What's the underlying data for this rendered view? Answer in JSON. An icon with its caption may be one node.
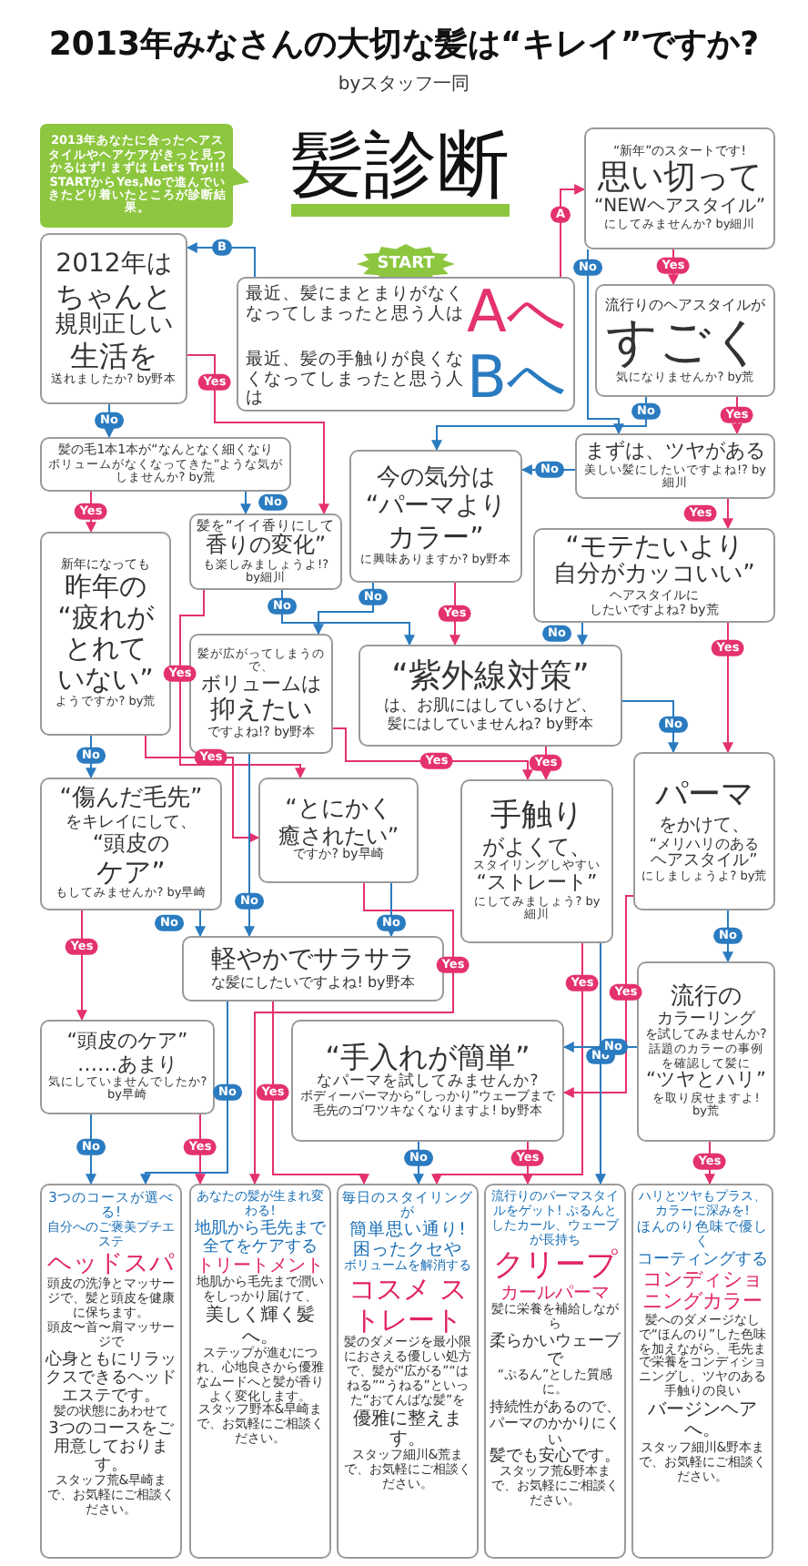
{
  "diagram": {
    "title": "2013年みなさんの大切な髪は“キレイ”ですか?",
    "nodes": [
      {
        "text": [
          "2013年あなたに合ったヘアスタイルやヘアケアがきっと見つかるはず! まずは Let's Try!!! STARTからYes,Noで進んでいきたどり着いたところが診断結果。"
        ]
      },
      {
        "text": [
          "START"
        ]
      },
      {
        "text": [
          "最近、髪にまとまりがなくなってしまったと思う人は",
          "Aへ",
          "最近、髪の手触りが良くなくなってしまったと思う人は",
          "Bへ"
        ]
      },
      {
        "text": [
          "“新年”のスタートです!",
          "思い切って",
          "“NEWヘアスタイル”",
          "にしてみませんか? by細川"
        ]
      },
      {
        "text": [
          "2012年は",
          "ちゃんと",
          "規則正しい",
          "生活を",
          "送れましたか? by野本"
        ]
      },
      {
        "text": [
          "流行りのヘアスタイルが",
          "すごく",
          "気になりませんか? by荒"
        ]
      },
      {
        "text": [
          "髪の毛1本1本が“なんとなく細くなり",
          "ボリュームがなくなってきた”ような気がしませんか? by荒"
        ]
      },
      {
        "text": [
          "まずは、ツヤがある",
          "美しい髪にしたいですよね!? by細川"
        ]
      },
      {
        "text": [
          "今の気分は",
          "“パーマより",
          "カラー”",
          "に興味ありますか? by野本"
        ]
      },
      {
        "text": [
          "髪を“イイ香りにして",
          "香りの変化”",
          "も楽しみましょうよ!? by細川"
        ]
      },
      {
        "text": [
          "新年になっても",
          "昨年の",
          "“疲れが",
          "とれて",
          "いない”",
          "ようですか? by荒"
        ]
      },
      {
        "text": [
          "“モテたいより",
          "自分がカッコいい”",
          "ヘアスタイルに",
          "したいですよね? by荒"
        ]
      },
      {
        "text": [
          "髪が広がってしまうので、",
          "ボリュームは",
          "抑えたい",
          "ですよね!? by野本"
        ]
      },
      {
        "text": [
          "“紫外線対策”",
          "は、お肌にはしているけど、",
          "髪にはしていませんね? by野本"
        ]
      },
      {
        "text": [
          "パーマ",
          "をかけて、",
          "“メリハリのある",
          "ヘアスタイル”",
          "にしましょうよ? by荒"
        ]
      },
      {
        "text": [
          "“傷んだ毛先”",
          "をキレイにして、",
          "“頭皮の",
          "ケア”",
          "もしてみませんか? by早崎"
        ]
      },
      {
        "text": [
          "“とにかく",
          "癒されたい”",
          "ですか? by早崎"
        ]
      },
      {
        "text": [
          "手触り",
          "がよくて、",
          "スタイリングしやすい",
          "“ストレート”",
          "にしてみましょう? by細川"
        ]
      },
      {
        "text": [
          "軽やかでサラサラ",
          "な髪にしたいですよね! by野本"
        ]
      },
      {
        "text": [
          "流行の",
          "カラーリング",
          "を試してみませんか?",
          "話題のカラーの事例を確認して髪に",
          "“ツヤとハリ”",
          "を取り戻せますよ! by荒"
        ]
      },
      {
        "text": [
          "“頭皮のケア”",
          "……あまり",
          "気にしていませんでしたか? by早崎"
        ]
      },
      {
        "text": [
          "“手入れが簡単”",
          "なパーマを試してみませんか?",
          "ボディーパーマから“しっかり”ウェーブまで",
          "毛先のゴワツキなくなりますよ! by野本"
        ]
      },
      {
        "text": [
          "3つのコースが選べる!",
          "自分へのご褒美プチエステ",
          "ヘッドスパ",
          "頭皮の洗浄とマッサージで、髪と頭皮を健康に保ちます。",
          "頭皮〜首〜肩マッサージで",
          "心身ともにリラックスできるヘッドエステです。",
          "髪の状態にあわせて",
          "3つのコースをご用意しております。",
          "スタッフ荒&早崎まで、お気軽にご相談ください。"
        ]
      },
      {
        "text": [
          "あなたの髪が生まれ変わる!",
          "地肌から毛先まで全てをケアする",
          "トリートメント",
          "地肌から毛先まで潤いをしっかり届けて、",
          "美しく輝く髪へ。",
          "ステップが進むにつれ、心地良さから優雅なムードへと髪が香りよく変化します。",
          "スタッフ野本&早崎まで、お気軽にご相談ください。"
        ]
      },
      {
        "text": [
          "毎日のスタイリングが",
          "簡単思い通り! 困ったクセや",
          "ボリュームを解消する",
          "コスメ ストレート",
          "髪のダメージを最小限におさえる優しい処方で、髪が“広がる”“はねる”“うねる”といった“おてんばな髪”を",
          "優雅に整えます。",
          "スタッフ細川&荒まで、お気軽にご相談ください。"
        ]
      },
      {
        "text": [
          "流行りのパーマスタイルをゲット! ぷるんとしたカール、ウェーブが長持ち",
          "クリープ",
          "カールパーマ",
          "髪に栄養を補給しながら",
          "柔らかいウェーブで",
          "“ぷるん”とした質感に。",
          "持続性があるので、パーマのかかりにくい",
          "髪でも安心です。",
          "スタッフ荒&野本まで、お気軽にご相談ください。"
        ]
      },
      {
        "text": [
          "ハリとツヤもプラス、カラーに深みを!",
          "ほんのり色味で優しく",
          "コーティングする",
          "コンディショニングカラー",
          "髪へのダメージなしで“ほんのり”した色味を加えながら、毛先まで栄養をコンディショニングし、ツヤのある手触りの良い",
          "バージンヘアへ。",
          "スタッフ細川&野本まで、お気軽にご相談ください。"
        ]
      }
    ],
    "edges": [
      {
        "from": 2,
        "to": 3,
        "arrow": "to",
        "label": "A",
        "color": "#e4316f"
      },
      {
        "from": 2,
        "to": 4,
        "arrow": "to",
        "label": "B",
        "color": "#2a7bc0"
      },
      {
        "from": 3,
        "to": 5,
        "arrow": "to",
        "label": "Yes",
        "color": "#e4316f"
      },
      {
        "from": 3,
        "to": 7,
        "arrow": "to",
        "label": "No",
        "color": "#2a7bc0"
      },
      {
        "from": 4,
        "to": 9,
        "arrow": "to",
        "label": "Yes",
        "color": "#e4316f"
      },
      {
        "from": 4,
        "to": 6,
        "arrow": "to",
        "label": "No",
        "color": "#2a7bc0"
      },
      {
        "from": 5,
        "to": 7,
        "arrow": "to",
        "label": "Yes",
        "color": "#e4316f"
      },
      {
        "from": 5,
        "to": 8,
        "arrow": "to",
        "label": "No",
        "color": "#2a7bc0"
      },
      {
        "from": 6,
        "to": 10,
        "arrow": "to",
        "label": "Yes",
        "color": "#e4316f"
      },
      {
        "from": 6,
        "to": 9,
        "arrow": "to",
        "label": "No",
        "color": "#2a7bc0"
      },
      {
        "from": 7,
        "to": 11,
        "arrow": "to",
        "label": "Yes",
        "color": "#e4316f"
      },
      {
        "from": 7,
        "to": 8,
        "arrow": "to",
        "label": "No",
        "color": "#2a7bc0"
      },
      {
        "from": 8,
        "to": 13,
        "arrow": "to",
        "label": "Yes",
        "color": "#e4316f"
      },
      {
        "from": 8,
        "to": 12,
        "arrow": "to",
        "label": "No",
        "color": "#2a7bc0"
      },
      {
        "from": 9,
        "to": 16,
        "arrow": "to",
        "label": "Yes",
        "color": "#e4316f"
      },
      {
        "from": 9,
        "to": 13,
        "arrow": "to",
        "label": "No",
        "color": "#2a7bc0"
      },
      {
        "from": 10,
        "to": 16,
        "arrow": "to",
        "label": "Yes",
        "color": "#e4316f"
      },
      {
        "from": 10,
        "to": 15,
        "arrow": "to",
        "label": "No",
        "color": "#2a7bc0"
      },
      {
        "from": 11,
        "to": 14,
        "arrow": "to",
        "label": "Yes",
        "color": "#e4316f"
      },
      {
        "from": 11,
        "to": 13,
        "arrow": "to",
        "label": "No",
        "color": "#2a7bc0"
      },
      {
        "from": 12,
        "to": 17,
        "arrow": "to",
        "label": "Yes",
        "color": "#e4316f"
      },
      {
        "from": 12,
        "to": 18,
        "arrow": "to",
        "label": "No",
        "color": "#2a7bc0"
      },
      {
        "from": 13,
        "to": 17,
        "arrow": "to",
        "label": "Yes",
        "color": "#e4316f"
      },
      {
        "from": 13,
        "to": 14,
        "arrow": "to",
        "label": "No",
        "color": "#2a7bc0"
      },
      {
        "from": 14,
        "to": 21,
        "arrow": "to",
        "label": "Yes",
        "color": "#e4316f"
      },
      {
        "from": 14,
        "to": 19,
        "arrow": "to",
        "label": "No",
        "color": "#2a7bc0"
      },
      {
        "from": 15,
        "to": 20,
        "arrow": "to",
        "label": "Yes",
        "color": "#e4316f"
      },
      {
        "from": 15,
        "to": 18,
        "arrow": "to",
        "label": "No",
        "color": "#2a7bc0"
      },
      {
        "from": 16,
        "to": 23,
        "arrow": "to",
        "label": "Yes",
        "color": "#e4316f"
      },
      {
        "from": 16,
        "to": 18,
        "arrow": "to",
        "label": "No",
        "color": "#2a7bc0"
      },
      {
        "from": 17,
        "to": 24,
        "arrow": "to",
        "label": "Yes",
        "color": "#e4316f"
      },
      {
        "from": 17,
        "to": 25,
        "arrow": "to",
        "label": "No",
        "color": "#2a7bc0"
      },
      {
        "from": 18,
        "to": 24,
        "arrow": "to",
        "label": "Yes",
        "color": "#e4316f"
      },
      {
        "from": 18,
        "to": 22,
        "arrow": "to",
        "label": "No",
        "color": "#2a7bc0"
      },
      {
        "from": 19,
        "to": 26,
        "arrow": "to",
        "label": "Yes",
        "color": "#e4316f"
      },
      {
        "from": 19,
        "to": 21,
        "arrow": "to",
        "label": "No",
        "color": "#2a7bc0"
      },
      {
        "from": 20,
        "to": 23,
        "arrow": "to",
        "label": "Yes",
        "color": "#e4316f"
      },
      {
        "from": 20,
        "to": 22,
        "arrow": "to",
        "label": "No",
        "color": "#2a7bc0"
      },
      {
        "from": 21,
        "to": 25,
        "arrow": "to",
        "label": "Yes",
        "color": "#e4316f"
      },
      {
        "from": 21,
        "to": 24,
        "arrow": "to",
        "label": "No",
        "color": "#2a7bc0"
      }
    ],
    "labels": [
      "byスタッフ一同",
      "髪診断"
    ]
  }
}
